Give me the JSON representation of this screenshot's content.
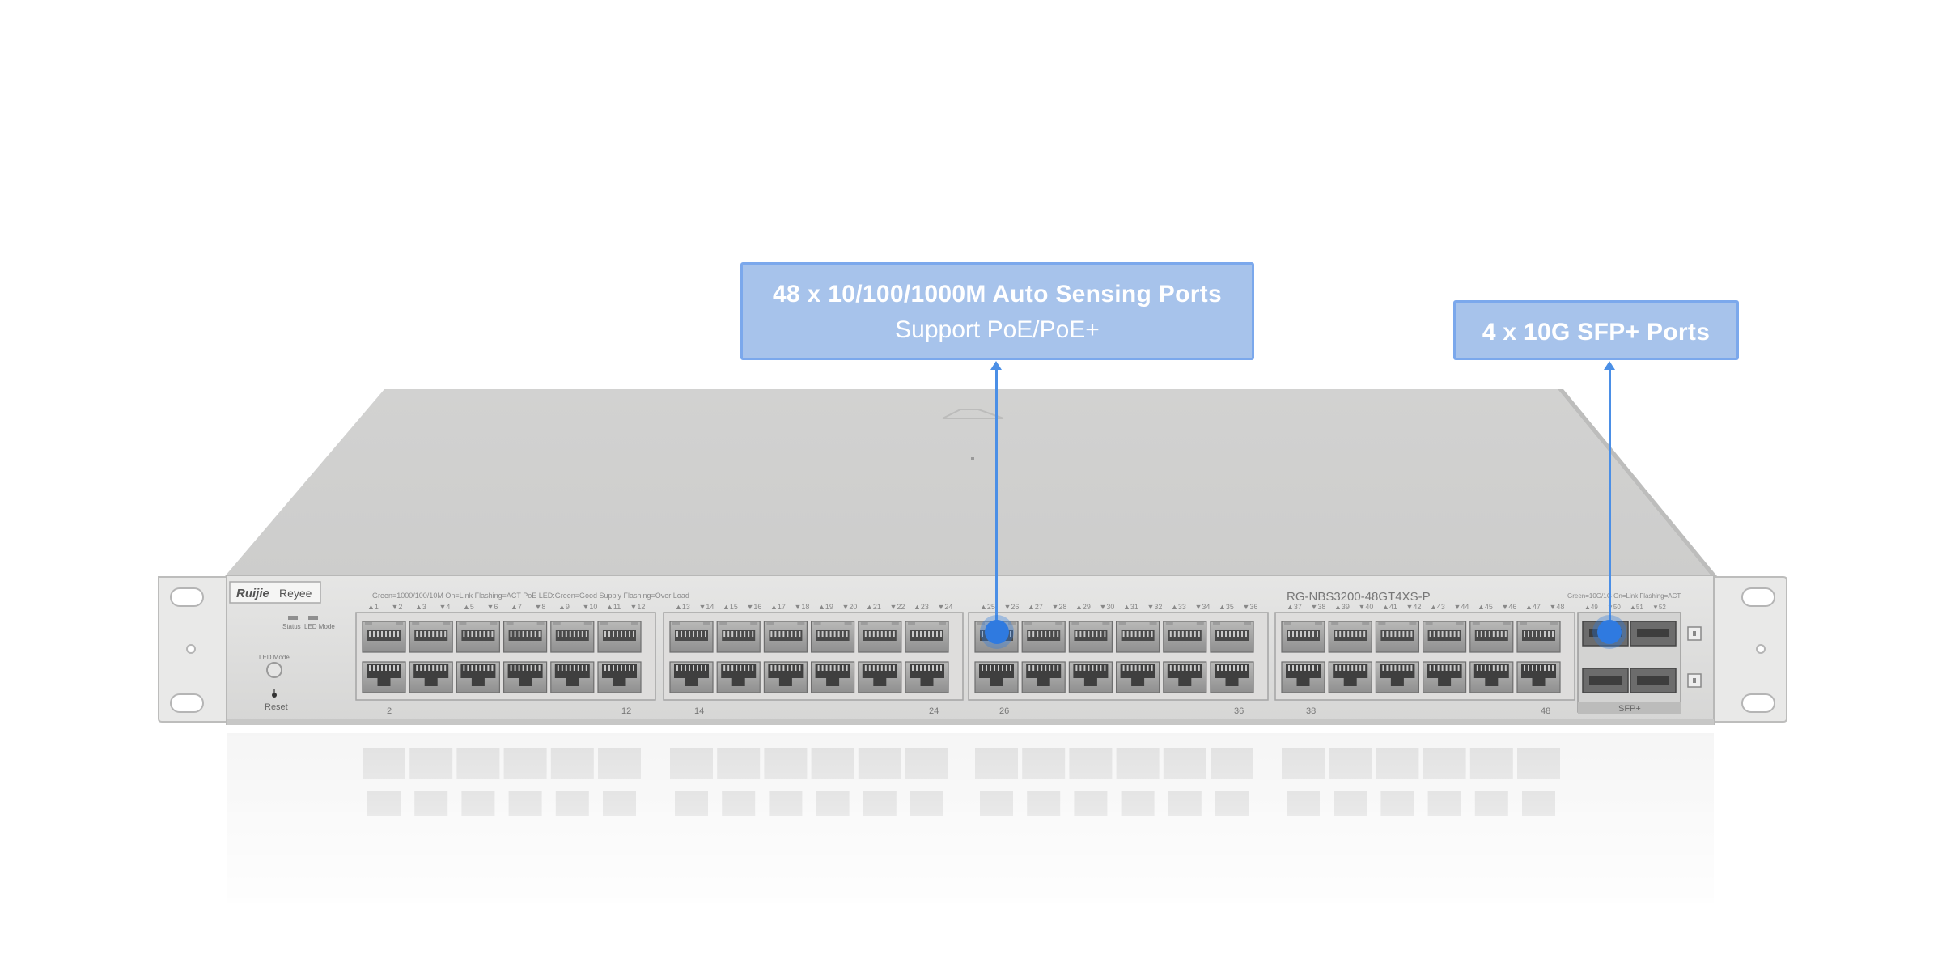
{
  "callouts": {
    "ports": {
      "title": "48 x 10/100/1000M Auto Sensing Ports",
      "subtitle": "Support PoE/PoE+"
    },
    "sfp": {
      "title": "4 x 10G SFP+ Ports"
    }
  },
  "device": {
    "brand": "Ruijie",
    "subbrand": "Reyee",
    "model": "RG-NBS3200-48GT4XS-P",
    "legend_text": "Green=1000/100/10M  On=Link  Flashing=ACT   PoE LED:Green=Good Supply  Flashing=Over Load",
    "sfp_legend": "Green=10G/1G  On=Link  Flashing=ACT",
    "status_label": "Status",
    "led_mode_label": "LED Mode",
    "led_mode_button_label": "LED Mode",
    "reset_label": "Reset",
    "sfp_label": "SFP+",
    "port_bottom_labels": [
      "2",
      "12",
      "14",
      "24",
      "26",
      "36",
      "38",
      "48"
    ],
    "port_top_labels": [
      "▲1",
      "▼2",
      "▲3",
      "▼4",
      "▲5",
      "▼6",
      "▲7",
      "▼8",
      "▲9",
      "▼10",
      "▲11",
      "▼12",
      "▲13",
      "▼14",
      "▲15",
      "▼16",
      "▲17",
      "▼18",
      "▲19",
      "▼20",
      "▲21",
      "▼22",
      "▲23",
      "▼24",
      "▲25",
      "▼26",
      "▲27",
      "▼28",
      "▲29",
      "▼30",
      "▲31",
      "▼32",
      "▲33",
      "▼34",
      "▲35",
      "▼36",
      "▲37",
      "▼38",
      "▲39",
      "▼40",
      "▲41",
      "▼42",
      "▲43",
      "▼44",
      "▲45",
      "▼46",
      "▲47",
      "▼48"
    ],
    "sfp_port_labels": [
      "▲49",
      "▼50",
      "▲51",
      "▼52"
    ]
  },
  "colors": {
    "accent": "#2f7ae0",
    "callout_bg": "#98b8e8",
    "chassis": "#d9d9d8"
  }
}
